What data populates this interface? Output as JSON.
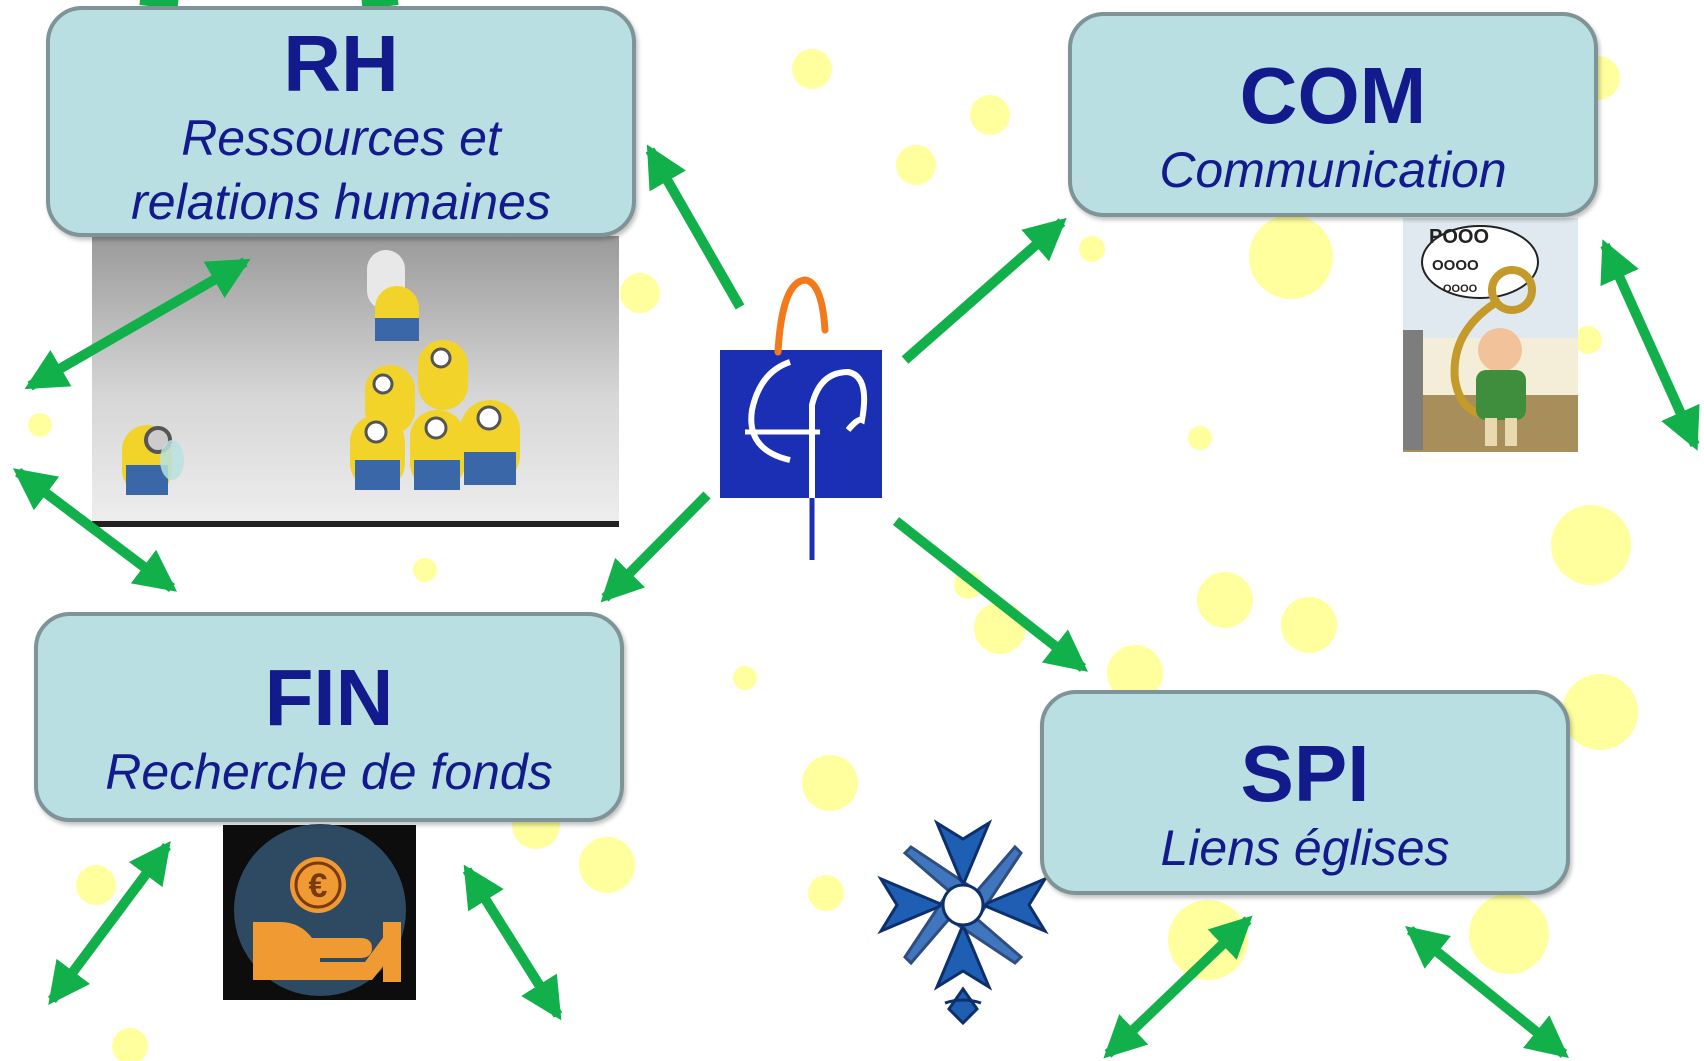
{
  "boxes": {
    "rh": {
      "code": "RH",
      "desc_line1": "Ressources et",
      "desc_line2": "relations humaines"
    },
    "com": {
      "code": "COM",
      "desc": "Communication"
    },
    "fin": {
      "code": "FIN",
      "desc": "Recherche de fonds"
    },
    "spi": {
      "code": "SPI",
      "desc": "Liens églises"
    }
  },
  "comic_text": {
    "shout": "POOO",
    "line2": "OOOO",
    "line3": "OOOO"
  },
  "colors": {
    "box_fill": "#b9dfe3",
    "box_border": "#7f9497",
    "box_text": "#131b8c",
    "arrow": "#12b04a",
    "dots": "#ffff9e",
    "logo_blue": "#1b2fb5",
    "logo_orange": "#f27a1a"
  },
  "icons": {
    "center_logo": "epf-logo-icon",
    "fin_image": "euro-hand-icon",
    "spi_image": "huguenot-cross-icon",
    "rh_image": "minions-photo",
    "com_image": "asterix-horn-comic"
  }
}
